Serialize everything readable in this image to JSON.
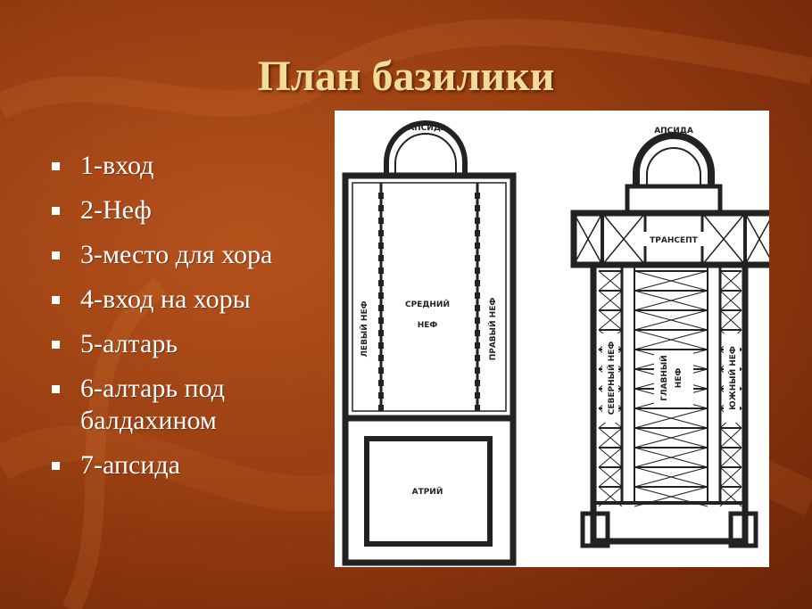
{
  "slide": {
    "title": "План базилики",
    "items": [
      "1-вход",
      "2-Неф",
      "3-место для хора",
      "4-вход на хоры",
      "5-алтарь",
      "6-алтарь под балдахином",
      "7-апсида"
    ]
  },
  "plan_labels": {
    "left": {
      "apse": "АПСИДА",
      "left_nave": "ЛЕВЫЙ НЕФ",
      "middle_nave_1": "СРЕДНИЙ",
      "middle_nave_2": "НЕФ",
      "right_nave": "ПРАВЫЙ НЕФ",
      "atrium": "АТРИЙ"
    },
    "right": {
      "apse": "АПСИДА",
      "transept": "ТРАНСЕПТ",
      "north_nave": "СЕВЕРНЫЙ НЕФ",
      "main_nave_1": "ГЛАВНЫЙ",
      "main_nave_2": "НЕФ",
      "south_nave": "ЮЖНЫЙ НЕФ"
    }
  },
  "colors": {
    "background": "#9a3f12",
    "title": "#f3dc9a",
    "text": "#ffffff",
    "plan_ink": "#222222"
  }
}
